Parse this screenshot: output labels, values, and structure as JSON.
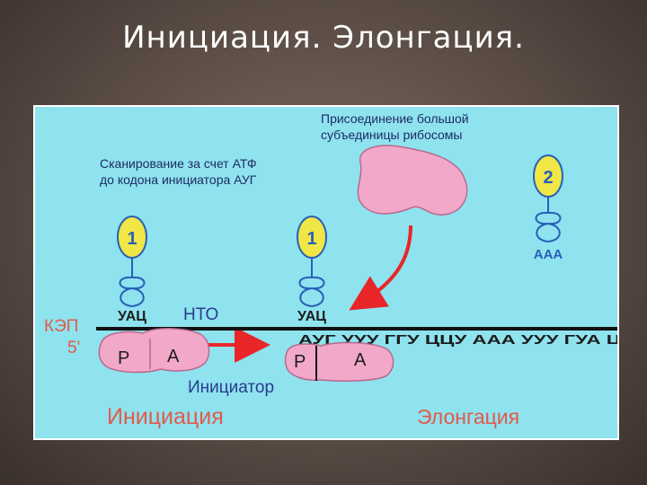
{
  "slide": {
    "title": "Инициация.   Элонгация."
  },
  "diagram": {
    "colors": {
      "panel_bg": "#8ee3ee",
      "ribosome_pink": "#f2a8c8",
      "arrow_red": "#e8262a",
      "trna_blue": "#2a5fb8",
      "anticodon_yellow": "#f0e646",
      "label_red": "#e35a4a",
      "label_navy": "#24327a"
    },
    "scanning_note": {
      "line1": "Сканирование за счет АТФ",
      "line2": "до кодона инициатора АУГ"
    },
    "joining_note": {
      "line1": "Присоединение большой",
      "line2": "субъединицы рибосомы"
    },
    "trna1_label": "1",
    "trna2_label": "1",
    "trna3_label": "2",
    "anticodon1": "УАЦ",
    "anticodon2": "УАЦ",
    "anticodon3": "ААА",
    "nto_label": "НТО",
    "cap_label": "КЭП",
    "five_prime": "5'",
    "mrna_sequence": "АУГ УУУ ГГУ ЦЦУ ААА УУУ ГУА Ц",
    "site_p_left": "Р",
    "site_a_left": "А",
    "site_p_right": "Р",
    "site_a_right": "А",
    "initiator_label": "Инициатор",
    "stage_initiation": "Инициация",
    "stage_elongation": "Элонгация"
  }
}
